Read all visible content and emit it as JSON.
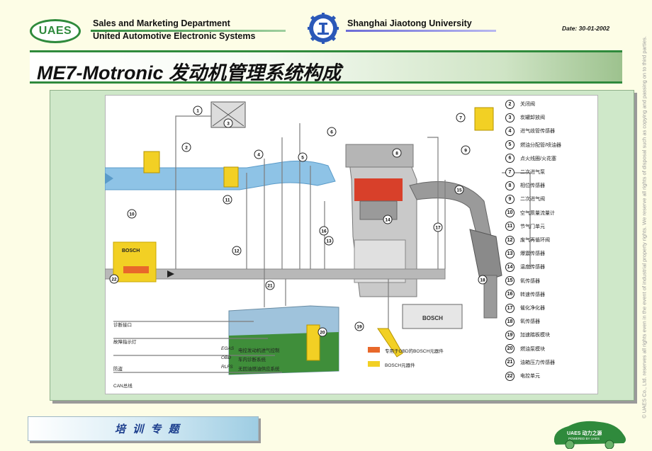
{
  "header": {
    "logo_text": "UAES",
    "department": "Sales and Marketing Department",
    "company": "United Automotive Electronic Systems",
    "university": "Shanghai Jiaotong University",
    "date": "Date: 30-01-2002"
  },
  "title": "ME7-Motronic 发动机管理系统构成",
  "ecu_brand": "BOSCH",
  "battery_brand": "BOSCH",
  "legend": [
    {
      "num": "2",
      "label": "关闭阀"
    },
    {
      "num": "3",
      "label": "炭罐卸放阀"
    },
    {
      "num": "4",
      "label": "进气歧管传感器"
    },
    {
      "num": "5",
      "label": "燃油分配管/喷油器"
    },
    {
      "num": "6",
      "label": "点火线圈/火花塞"
    },
    {
      "num": "7",
      "label": "二次进气泵"
    },
    {
      "num": "8",
      "label": "相位传感器"
    },
    {
      "num": "9",
      "label": "二次进气阀"
    },
    {
      "num": "10",
      "label": "空气质量流量计"
    },
    {
      "num": "11",
      "label": "节气门单元"
    },
    {
      "num": "12",
      "label": "废气再循环阀"
    },
    {
      "num": "13",
      "label": "爆震传感器"
    },
    {
      "num": "14",
      "label": "温度传感器"
    },
    {
      "num": "15",
      "label": "氧传感器"
    },
    {
      "num": "16",
      "label": "转速传感器"
    },
    {
      "num": "17",
      "label": "催化净化器"
    },
    {
      "num": "18",
      "label": "氧传感器"
    },
    {
      "num": "19",
      "label": "加速踏板模块"
    },
    {
      "num": "20",
      "label": "燃油泵模块"
    },
    {
      "num": "21",
      "label": "油箱压力传感器"
    },
    {
      "num": "22",
      "label": "电控单元"
    }
  ],
  "diagram_numbers": [
    "1",
    "2",
    "3",
    "4",
    "5",
    "6",
    "7",
    "8",
    "9",
    "10",
    "11",
    "12",
    "13",
    "14",
    "15",
    "16",
    "17",
    "18",
    "19",
    "20",
    "21",
    "22"
  ],
  "signals": [
    "诊断接口",
    "故障指示灯",
    "防盗",
    "CAN总线"
  ],
  "abbreviations": [
    {
      "code": "EGAS",
      "text": "电控发动机进气控制"
    },
    {
      "code": "OBD",
      "text": "车内诊断系统"
    },
    {
      "code": "RLFS",
      "text": "无回油燃油供应系统"
    }
  ],
  "key": [
    {
      "label": "专用于OBD的BOSCH元器件",
      "color": "#e8682a"
    },
    {
      "label": "BOSCH元器件",
      "color": "#f2d024"
    }
  ],
  "footer": {
    "training": "培 训 专 题",
    "copyright": "© UAES Co., Ltd. reserves all rights even in the event of industrial property rights. We reserve all rights of disposal such as copying and passing on to third parties.",
    "car_text": "UAES 动力之源",
    "car_sub": "POWERED BY UAES"
  },
  "colors": {
    "accent_green": "#2f8a3c",
    "intake_blue": "#8ec3e6",
    "exhaust_grey": "#9a9a9a",
    "bosch_yellow": "#f2d024",
    "obd_orange": "#e8682a"
  }
}
